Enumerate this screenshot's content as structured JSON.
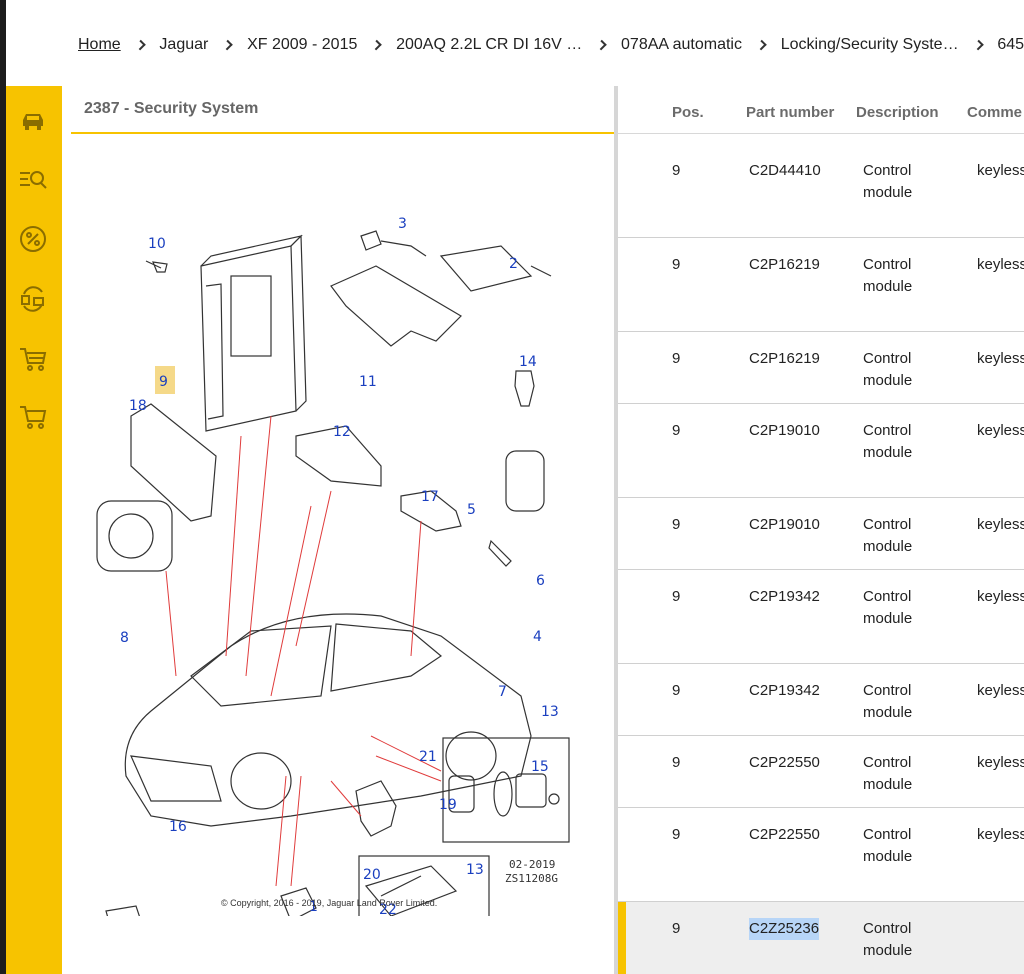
{
  "breadcrumb": {
    "items": [
      "Home",
      "Jaguar",
      "XF 2009 - 2015",
      "200AQ 2.2L CR DI 16V …",
      "078AA automatic",
      "Locking/Security Syste…",
      "645"
    ]
  },
  "sidebar": {
    "icons": [
      "car-icon",
      "search-list-icon",
      "percent-icon",
      "exchange-icon",
      "cart-icon",
      "cart-outline-icon"
    ]
  },
  "diagram": {
    "title": "2387 - Security System",
    "date_code": "02-2019",
    "ref_code": "ZS11208G",
    "copyright": "© Copyright, 2016 - 2019, Jaguar Land Rover Limited.",
    "callouts": [
      "10",
      "3",
      "2",
      "9",
      "11",
      "14",
      "18",
      "12",
      "17",
      "5",
      "6",
      "8",
      "4",
      "7",
      "13",
      "21",
      "15",
      "19",
      "16",
      "13",
      "20",
      "1",
      "22"
    ]
  },
  "table": {
    "headers": {
      "pos": "Pos.",
      "part": "Part number",
      "desc": "Description",
      "comm": "Comme"
    },
    "rows": [
      {
        "pos": "9",
        "part": "C2D44410",
        "desc": "Control module",
        "comm": "keyless"
      },
      {
        "pos": "9",
        "part": "C2P16219",
        "desc": "Control module",
        "comm": "keyless"
      },
      {
        "pos": "9",
        "part": "C2P16219",
        "desc": "Control module",
        "comm": "keyless"
      },
      {
        "pos": "9",
        "part": "C2P19010",
        "desc": "Control module",
        "comm": "keyless"
      },
      {
        "pos": "9",
        "part": "C2P19010",
        "desc": "Control module",
        "comm": "keyless"
      },
      {
        "pos": "9",
        "part": "C2P19342",
        "desc": "Control module",
        "comm": "keyless"
      },
      {
        "pos": "9",
        "part": "C2P19342",
        "desc": "Control module",
        "comm": "keyless"
      },
      {
        "pos": "9",
        "part": "C2P22550",
        "desc": "Control module",
        "comm": "keyless"
      },
      {
        "pos": "9",
        "part": "C2P22550",
        "desc": "Control module",
        "comm": "keyless"
      },
      {
        "pos": "9",
        "part": "C2Z25236",
        "desc": "Control module",
        "comm": ""
      }
    ]
  },
  "colors": {
    "accent": "#f7c300",
    "callout_text": "#1a3fbf",
    "selection": "#b7d5f7"
  }
}
